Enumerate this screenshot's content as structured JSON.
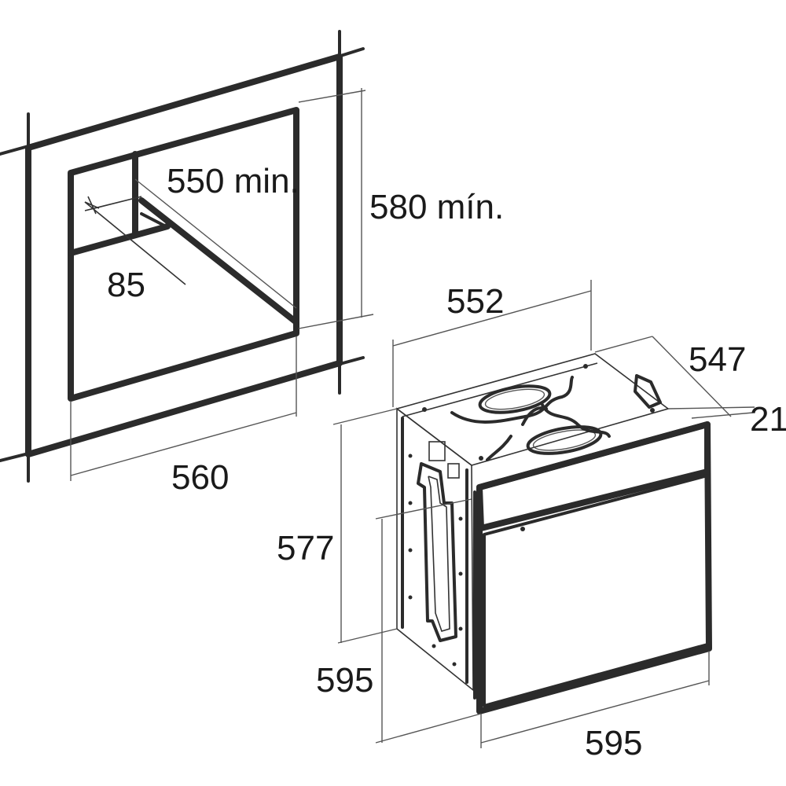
{
  "colors": {
    "line": "#2b2b2b",
    "background": "#ffffff",
    "text": "#1a1a1a"
  },
  "niche": {
    "depth_label": "550 min.",
    "height_label": "580 mín.",
    "rear_gap_label": "85",
    "width_label": "560"
  },
  "oven": {
    "top_width_label": "552",
    "top_depth_label": "547",
    "front_thickness_label": "21",
    "body_height_label": "577",
    "total_height_label": "595",
    "front_width_label": "595"
  }
}
